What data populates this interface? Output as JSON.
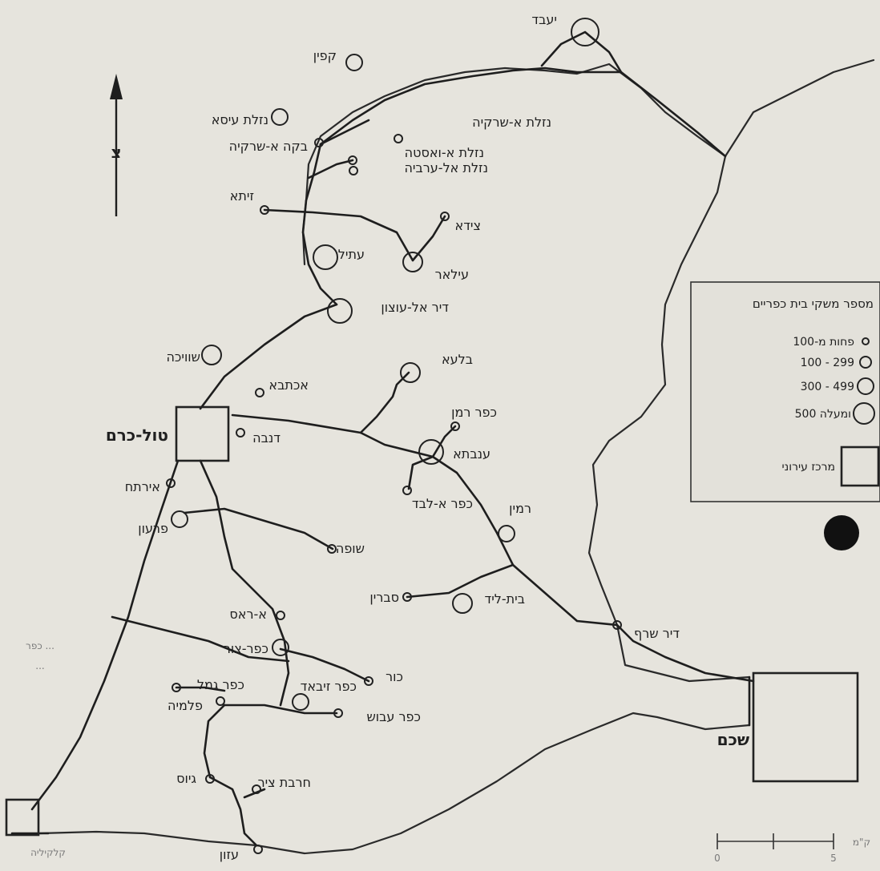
{
  "map": {
    "compass_label": "צ",
    "settlements": [
      {
        "id": "yabad",
        "name": "יעבד",
        "size": "xl"
      },
      {
        "id": "qaffin",
        "name": "קפין",
        "size": "s"
      },
      {
        "id": "nazlat-isa",
        "name": "נזלת עיסא",
        "size": "s"
      },
      {
        "id": "nazlat-sharqiya",
        "name": "נזלת א-שרקיה",
        "size": "xs"
      },
      {
        "id": "baqa-sharqiya",
        "name": "בקה א-שרקיה",
        "size": "xs"
      },
      {
        "id": "nazlat-wusta",
        "name": "נזלת א-ואסטה",
        "size": "xs"
      },
      {
        "id": "nazlat-gharbiya",
        "name": "נזלת אל-ערביה",
        "size": "xs"
      },
      {
        "id": "zeita",
        "name": "זיתא",
        "size": "xs"
      },
      {
        "id": "seida",
        "name": "צידא",
        "size": "xs"
      },
      {
        "id": "attil",
        "name": "עתיל",
        "size": "l"
      },
      {
        "id": "illar",
        "name": "עילאר",
        "size": "m"
      },
      {
        "id": "deir-alghusun",
        "name": "דיר אל-עוצון",
        "size": "l"
      },
      {
        "id": "shweika",
        "name": "שוויכה",
        "size": "m"
      },
      {
        "id": "iktaba",
        "name": "אכתבא",
        "size": "xs"
      },
      {
        "id": "bala",
        "name": "בלעא",
        "size": "m"
      },
      {
        "id": "kafr-rumman",
        "name": "כפר רמן",
        "size": "xs"
      },
      {
        "id": "dannaba",
        "name": "דנבה",
        "size": "xs"
      },
      {
        "id": "anabta",
        "name": "ענבתא",
        "size": "l"
      },
      {
        "id": "irtah",
        "name": "אירתח",
        "size": "xs"
      },
      {
        "id": "kafr-allabad",
        "name": "כפר א-לבד",
        "size": "xs"
      },
      {
        "id": "ramin",
        "name": "רמין",
        "size": "s"
      },
      {
        "id": "farun",
        "name": "פרעון",
        "size": "s"
      },
      {
        "id": "shufa",
        "name": "שופה",
        "size": "xs"
      },
      {
        "id": "sabarin",
        "name": "סברין",
        "size": "xs"
      },
      {
        "id": "beit-lid",
        "name": "בית-ליד",
        "size": "m"
      },
      {
        "id": "ar-ras",
        "name": "א-ראס",
        "size": "xs"
      },
      {
        "id": "deir-sharaf",
        "name": "דיר שרף",
        "size": "xs"
      },
      {
        "id": "kafr-sur",
        "name": "כפר-צור",
        "size": "s"
      },
      {
        "id": "kur",
        "name": "כור",
        "size": "xs"
      },
      {
        "id": "kafr-jammal",
        "name": "כפר גמל",
        "size": "xs"
      },
      {
        "id": "kafr-zibad",
        "name": "כפר זיבאד",
        "size": "s"
      },
      {
        "id": "falamya",
        "name": "פלמיה",
        "size": "xs"
      },
      {
        "id": "kafr-abbush",
        "name": "כפר עבוש",
        "size": "xs"
      },
      {
        "id": "jayyus",
        "name": "גיוס",
        "size": "xs"
      },
      {
        "id": "khirbet-sir",
        "name": "חרבת ציר",
        "size": "xs"
      },
      {
        "id": "azzun",
        "name": "עזון",
        "size": "xs"
      }
    ],
    "centers": [
      {
        "id": "tulkarm",
        "name": "טול-כרם"
      },
      {
        "id": "nablus",
        "name": "שכם"
      },
      {
        "id": "qalqilya",
        "name": "קלקיליה"
      }
    ],
    "edge_text": [
      "כפר ... ",
      "..."
    ],
    "legend": {
      "title": "מספר משקי בית כפריים",
      "items": [
        {
          "label": "פחות מ-100",
          "size": "xs"
        },
        {
          "label": "100 - 299",
          "size": "s"
        },
        {
          "label": "300 - 499",
          "size": "m"
        },
        {
          "label": "500 ומעלה",
          "size": "l"
        }
      ],
      "center_label": "מרכז עירוני"
    },
    "scale_bar": {
      "label": "ק\"מ",
      "ticks": [
        "0",
        "5"
      ]
    }
  }
}
